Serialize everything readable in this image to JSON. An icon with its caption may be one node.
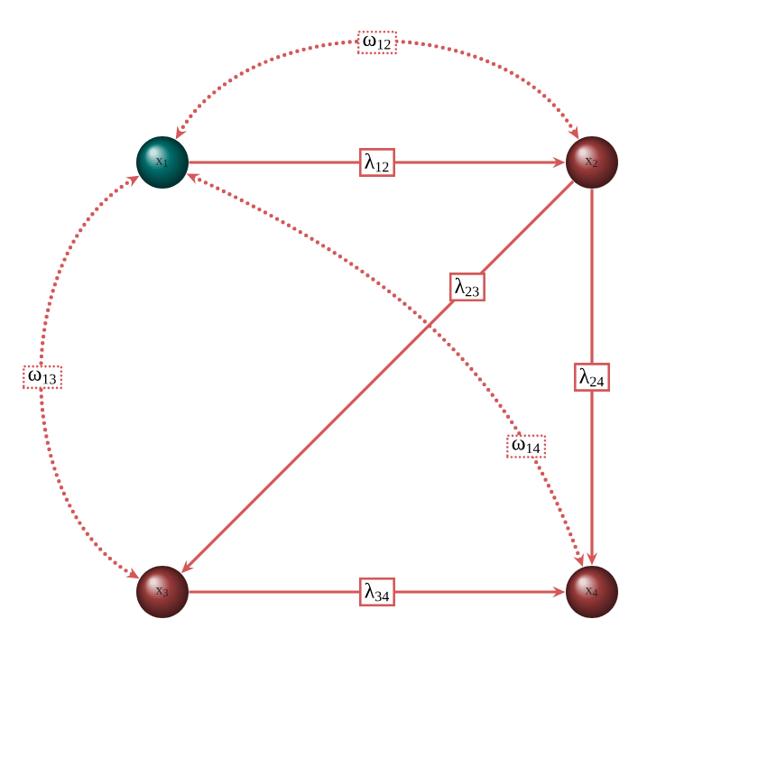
{
  "diagram": {
    "nodes": [
      {
        "text": [
          "x$_{1}$"
        ]
      },
      {
        "text": [
          "x$_{2}$"
        ]
      },
      {
        "text": [
          "x$_{3}$"
        ]
      },
      {
        "text": [
          "x$_{4}$"
        ]
      }
    ],
    "edges": [
      {
        "from": 0,
        "to": 1,
        "arrow": "to",
        "label": "λ$_{12}$"
      },
      {
        "from": 1,
        "to": 2,
        "arrow": "to",
        "label": "λ$_{23}$"
      },
      {
        "from": 1,
        "to": 3,
        "arrow": "to",
        "label": "λ$_{24}$"
      },
      {
        "from": 2,
        "to": 3,
        "arrow": "to",
        "label": "λ$_{34}$"
      },
      {
        "from": 0,
        "to": 1,
        "arrow": "both",
        "label": "ω$_{12}$",
        "style": "dashed"
      },
      {
        "from": 0,
        "to": 2,
        "arrow": "both",
        "label": "ω$_{13}$",
        "style": "dashed"
      },
      {
        "from": 0,
        "to": 3,
        "arrow": "both",
        "label": "ω$_{14}$",
        "style": "dashed"
      }
    ]
  }
}
